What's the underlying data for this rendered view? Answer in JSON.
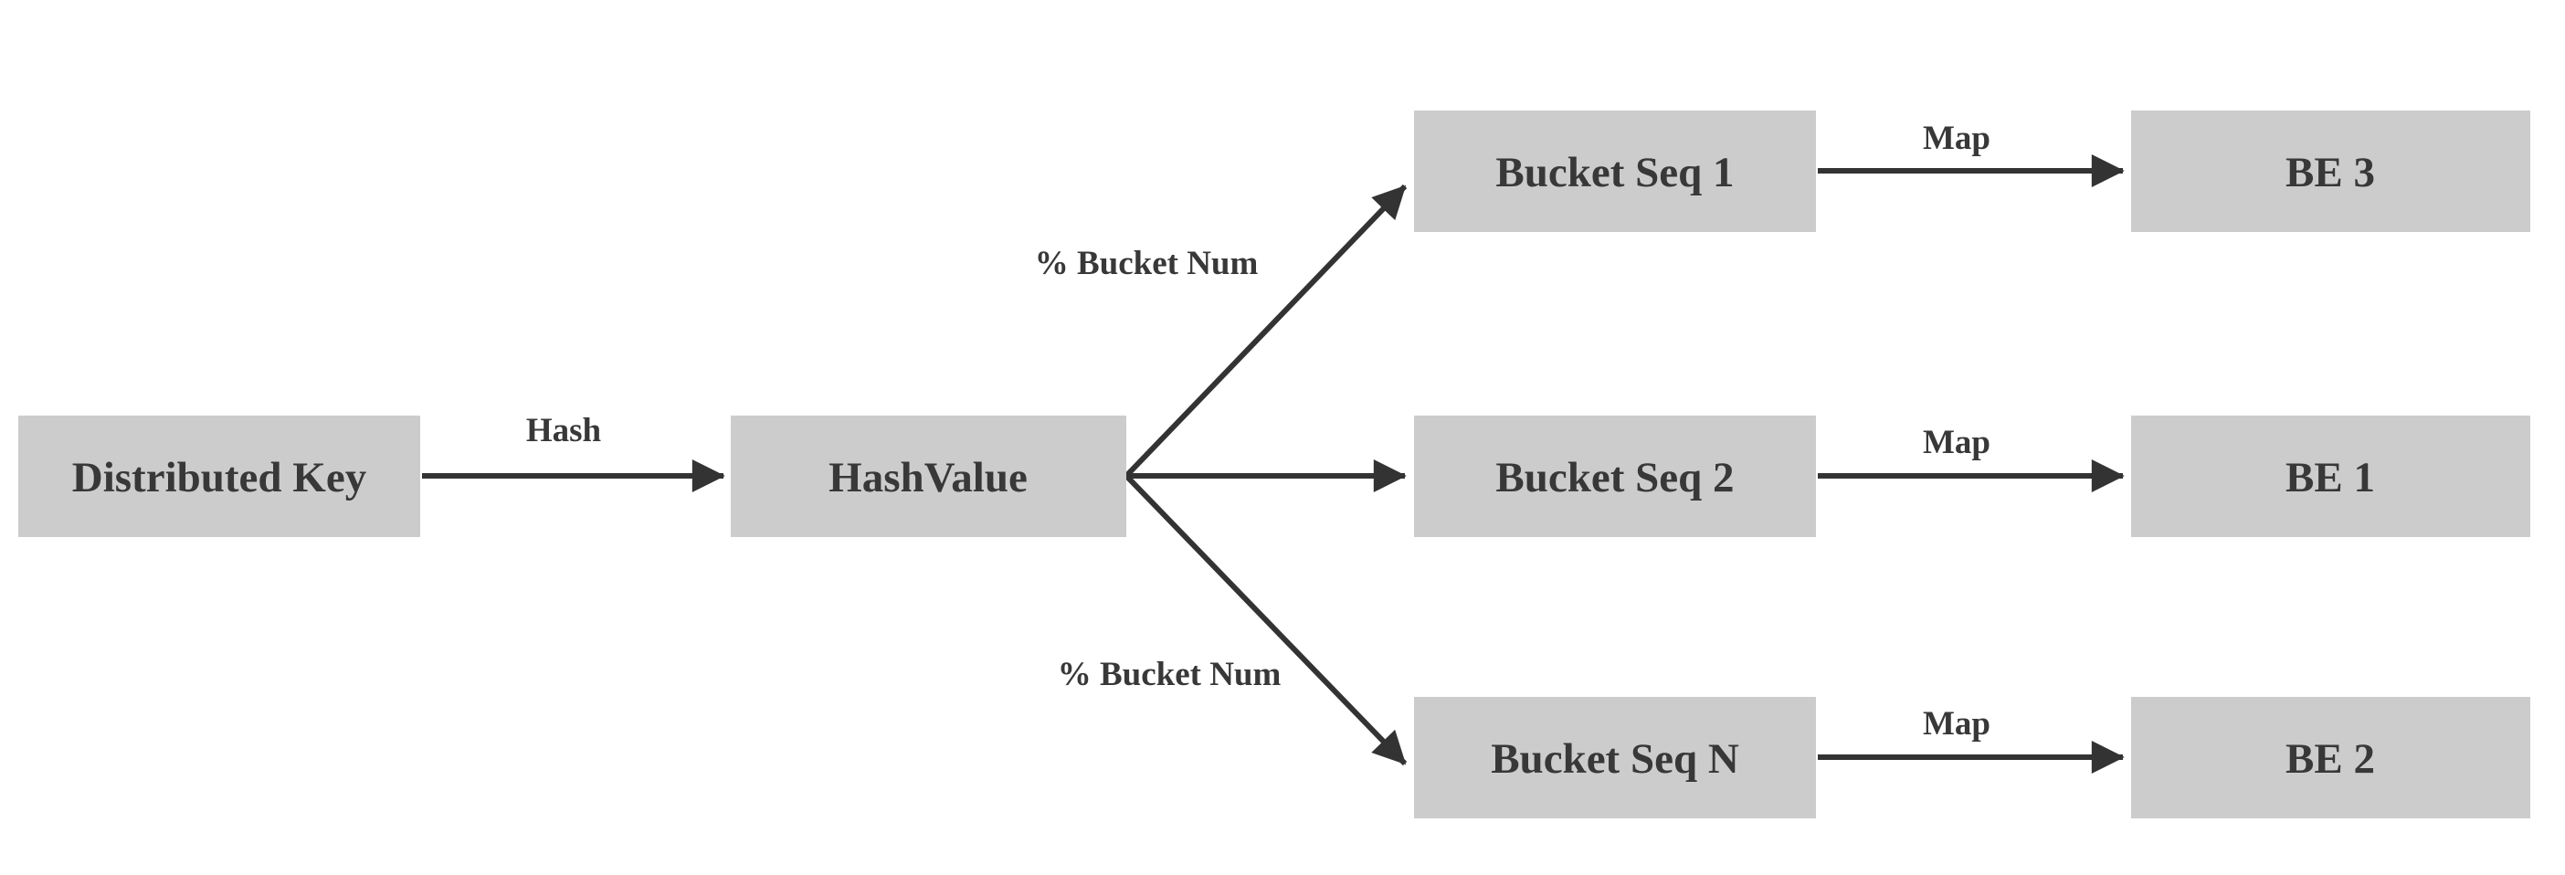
{
  "diagram": {
    "type": "flow-diagram",
    "background_color": "#ffffff",
    "node_fill_color": "#cccccc",
    "text_color": "#383838",
    "arrow_color": "#333333",
    "nodes": {
      "distributed_key": "Distributed Key",
      "hash_value": "HashValue",
      "bucket_seq_1": "Bucket Seq 1",
      "bucket_seq_2": "Bucket Seq 2",
      "bucket_seq_n": "Bucket Seq N",
      "be_3": "BE 3",
      "be_1": "BE 1",
      "be_2": "BE 2"
    },
    "edge_labels": {
      "hash": "Hash",
      "bucket_num_top": "% Bucket Num",
      "bucket_num_bottom": "% Bucket Num",
      "map_top": "Map",
      "map_middle": "Map",
      "map_bottom": "Map"
    },
    "edges": [
      {
        "from": "distributed_key",
        "to": "hash_value",
        "label": "Hash"
      },
      {
        "from": "hash_value",
        "to": "bucket_seq_1",
        "label": "% Bucket Num"
      },
      {
        "from": "hash_value",
        "to": "bucket_seq_2",
        "label": ""
      },
      {
        "from": "hash_value",
        "to": "bucket_seq_n",
        "label": "% Bucket Num"
      },
      {
        "from": "bucket_seq_1",
        "to": "be_3",
        "label": "Map"
      },
      {
        "from": "bucket_seq_2",
        "to": "be_1",
        "label": "Map"
      },
      {
        "from": "bucket_seq_n",
        "to": "be_2",
        "label": "Map"
      }
    ]
  }
}
